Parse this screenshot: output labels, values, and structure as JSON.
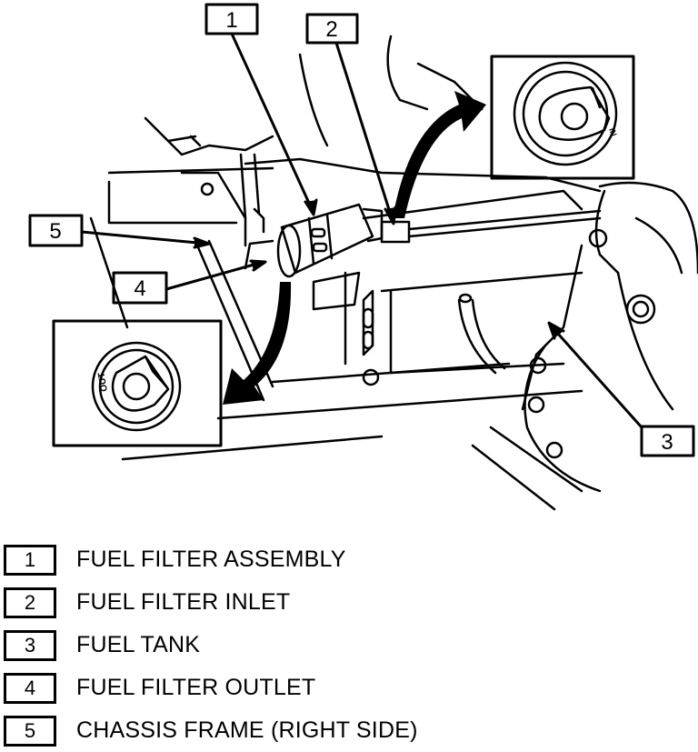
{
  "callouts": [
    {
      "number": "1",
      "label": "FUEL FILTER ASSEMBLY"
    },
    {
      "number": "2",
      "label": "FUEL FILTER INLET"
    },
    {
      "number": "3",
      "label": "FUEL TANK"
    },
    {
      "number": "4",
      "label": "FUEL FILTER OUTLET"
    },
    {
      "number": "5",
      "label": "CHASSIS FRAME (RIGHT SIDE)"
    }
  ],
  "insets": {
    "inlet_marking": "IN",
    "outlet_marking": "OUT"
  }
}
